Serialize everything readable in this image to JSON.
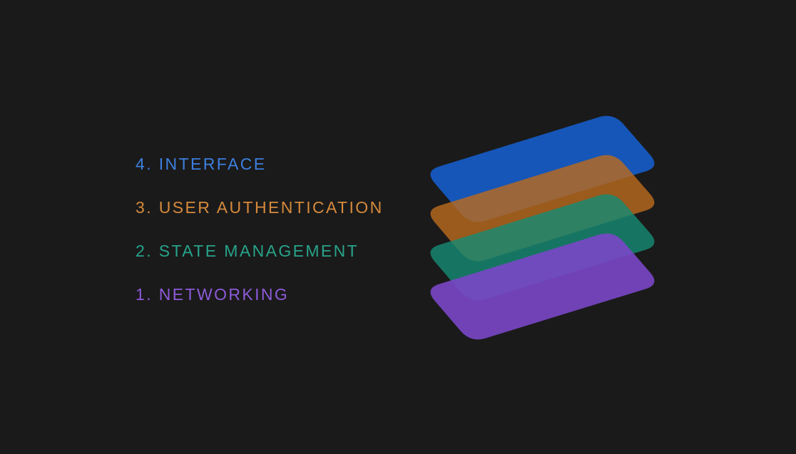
{
  "layers": [
    {
      "number": "4.",
      "label": "INTERFACE",
      "text": "4. INTERFACE",
      "color": "#3d7fdf",
      "fill": "#1656b8",
      "opacity": 1.0
    },
    {
      "number": "3.",
      "label": "USER AUTHENTICATION",
      "text": "3. USER AUTHENTICATION",
      "color": "#d68a3c",
      "fill": "#b86a1f",
      "opacity": 0.82
    },
    {
      "number": "2.",
      "label": "STATE MANAGEMENT",
      "text": "2. STATE MANAGEMENT",
      "color": "#27a48a",
      "fill": "#168a73",
      "opacity": 0.82
    },
    {
      "number": "1.",
      "label": "NETWORKING",
      "text": "1. NETWORKING",
      "color": "#8d5ad8",
      "fill": "#7a47c8",
      "opacity": 0.9
    }
  ],
  "background": "#1a1a1a"
}
